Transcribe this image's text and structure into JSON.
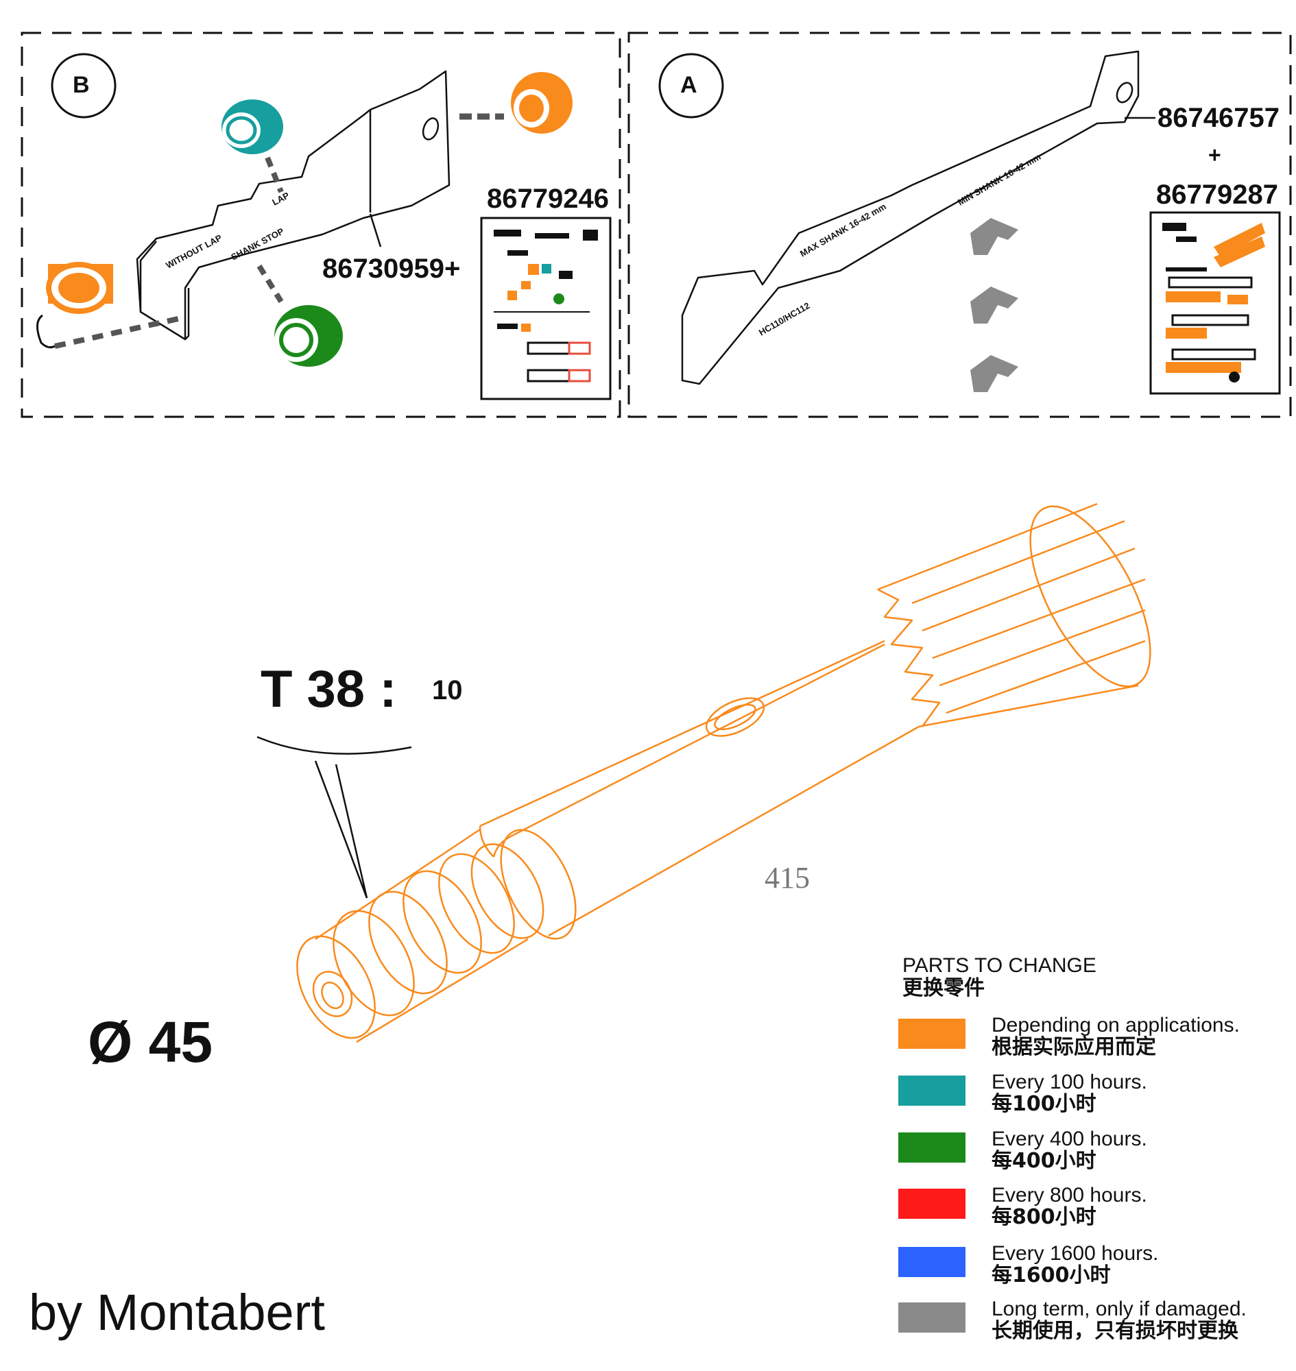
{
  "panels": {
    "b": {
      "circle_label": "B",
      "part_number": "86779246",
      "tool_part": "86730959+"
    },
    "a": {
      "circle_label": "A",
      "part_number_top": "86746757",
      "plus": "+",
      "part_number_bottom": "86779287"
    }
  },
  "shank": {
    "spec_main": "T 38 :",
    "spec_ratio": "10",
    "diameter": "Ø 45",
    "reference": "415"
  },
  "legend": {
    "title_en": "PARTS TO CHANGE",
    "title_zh": "更换零件",
    "items": [
      {
        "color": "#f98a1c",
        "en": "Depending on applications.",
        "zh": "根据实际应用而定"
      },
      {
        "color": "#179e9e",
        "en": "Every 100 hours.",
        "zh": "每100小时"
      },
      {
        "color": "#1b8a1b",
        "en": "Every 400 hours.",
        "zh": "每400小时"
      },
      {
        "color": "#ff1a1a",
        "en": "Every 800 hours.",
        "zh": "每800小时"
      },
      {
        "color": "#2c62ff",
        "en": "Every 1600 hours.",
        "zh": "每1600小时"
      },
      {
        "color": "#8a8a8a",
        "en": "Long term, only if damaged.",
        "zh": "长期使用，只有损坏时更换"
      }
    ]
  },
  "credit": "by Montabert",
  "colors": {
    "orange": "#f98a1c",
    "teal": "#179e9e",
    "green": "#1b8a1b",
    "gray": "#8a8a8a",
    "line": "#111111"
  },
  "icons": {
    "shank": "orange-shank-illustration",
    "gauge_b": "wear-gauge-b-illustration",
    "gauge_a": "wear-gauge-a-illustration",
    "manual_b": "instruction-sheet-b-icon",
    "manual_a": "instruction-sheet-a-icon"
  }
}
